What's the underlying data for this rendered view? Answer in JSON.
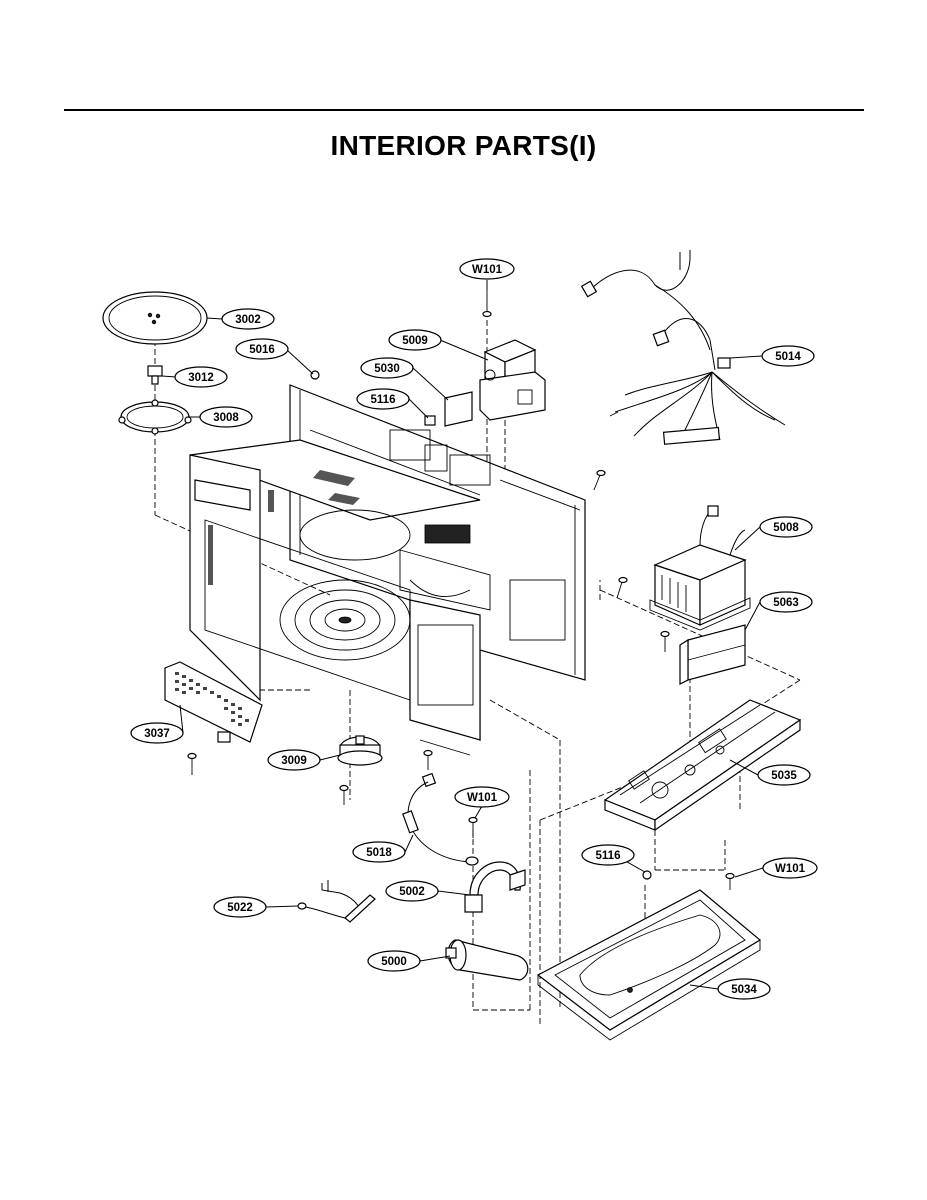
{
  "title": "INTERIOR PARTS(I)",
  "labels": {
    "p3002": "3002",
    "p3012": "3012",
    "p3008": "3008",
    "p5016": "5016",
    "pW101a": "W101",
    "p5009": "5009",
    "p5030": "5030",
    "p5116a": "5116",
    "p5014": "5014",
    "p5008": "5008",
    "p5063": "5063",
    "p3037": "3037",
    "p3009": "3009",
    "pW101b": "W101",
    "p5035": "5035",
    "p5018": "5018",
    "p5116b": "5116",
    "pW101c": "W101",
    "p5002": "5002",
    "p5022": "5022",
    "p5000": "5000",
    "p5034": "5034"
  }
}
